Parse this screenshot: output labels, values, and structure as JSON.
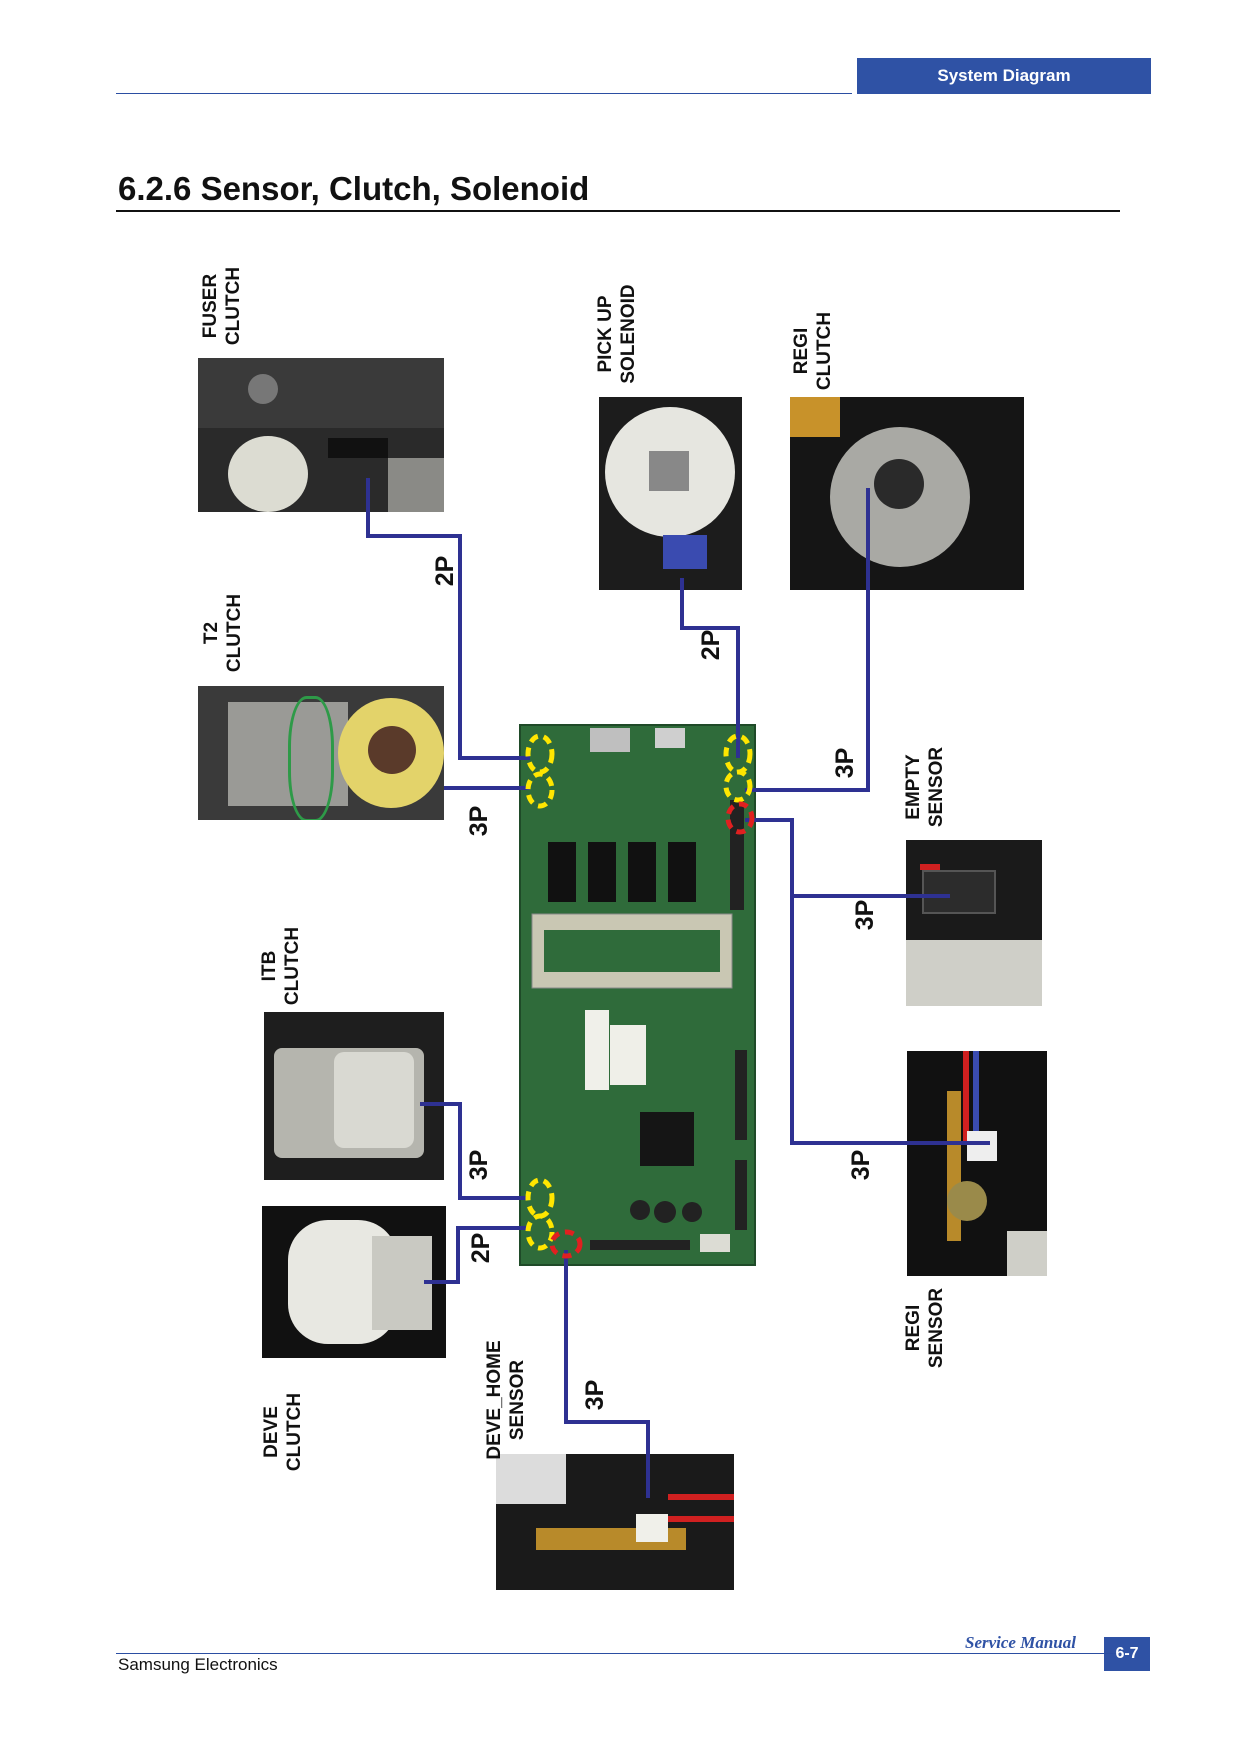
{
  "header": {
    "tab_label": "System Diagram"
  },
  "section": {
    "title": "6.2.6 Sensor, Clutch, Solenoid"
  },
  "components": {
    "fuser_clutch": {
      "line1": "FUSER",
      "line2": "CLUTCH"
    },
    "t2_clutch": {
      "line1": "T2",
      "line2": "CLUTCH"
    },
    "itb_clutch": {
      "line1": "ITB",
      "line2": "CLUTCH"
    },
    "deve_clutch": {
      "line1": "DEVE",
      "line2": "CLUTCH"
    },
    "deve_home_sensor": {
      "line1": "DEVE_HOME",
      "line2": "SENSOR"
    },
    "pick_up_solenoid": {
      "line1": "PICK UP",
      "line2": "SOLENOID"
    },
    "regi_clutch": {
      "line1": "REGI",
      "line2": "CLUTCH"
    },
    "empty_sensor": {
      "line1": "EMPTY",
      "line2": "SENSOR"
    },
    "regi_sensor": {
      "line1": "REGI",
      "line2": "SENSOR"
    }
  },
  "connectors": {
    "fuser": "2P",
    "t2": "3P",
    "itb": "3P",
    "deve": "2P",
    "deve_home": "3P",
    "pickup": "2P",
    "regi_clutch": "3P",
    "empty": "3P",
    "regi_sensor": "3P"
  },
  "colors": {
    "accent": "#2f52a5",
    "wire": "#2e3192",
    "board": "#2f6b3a",
    "marker_yellow": "#ffe600",
    "marker_red": "#e02020"
  },
  "footer": {
    "company": "Samsung Electronics",
    "manual": "Service Manual",
    "page": "6-7"
  }
}
